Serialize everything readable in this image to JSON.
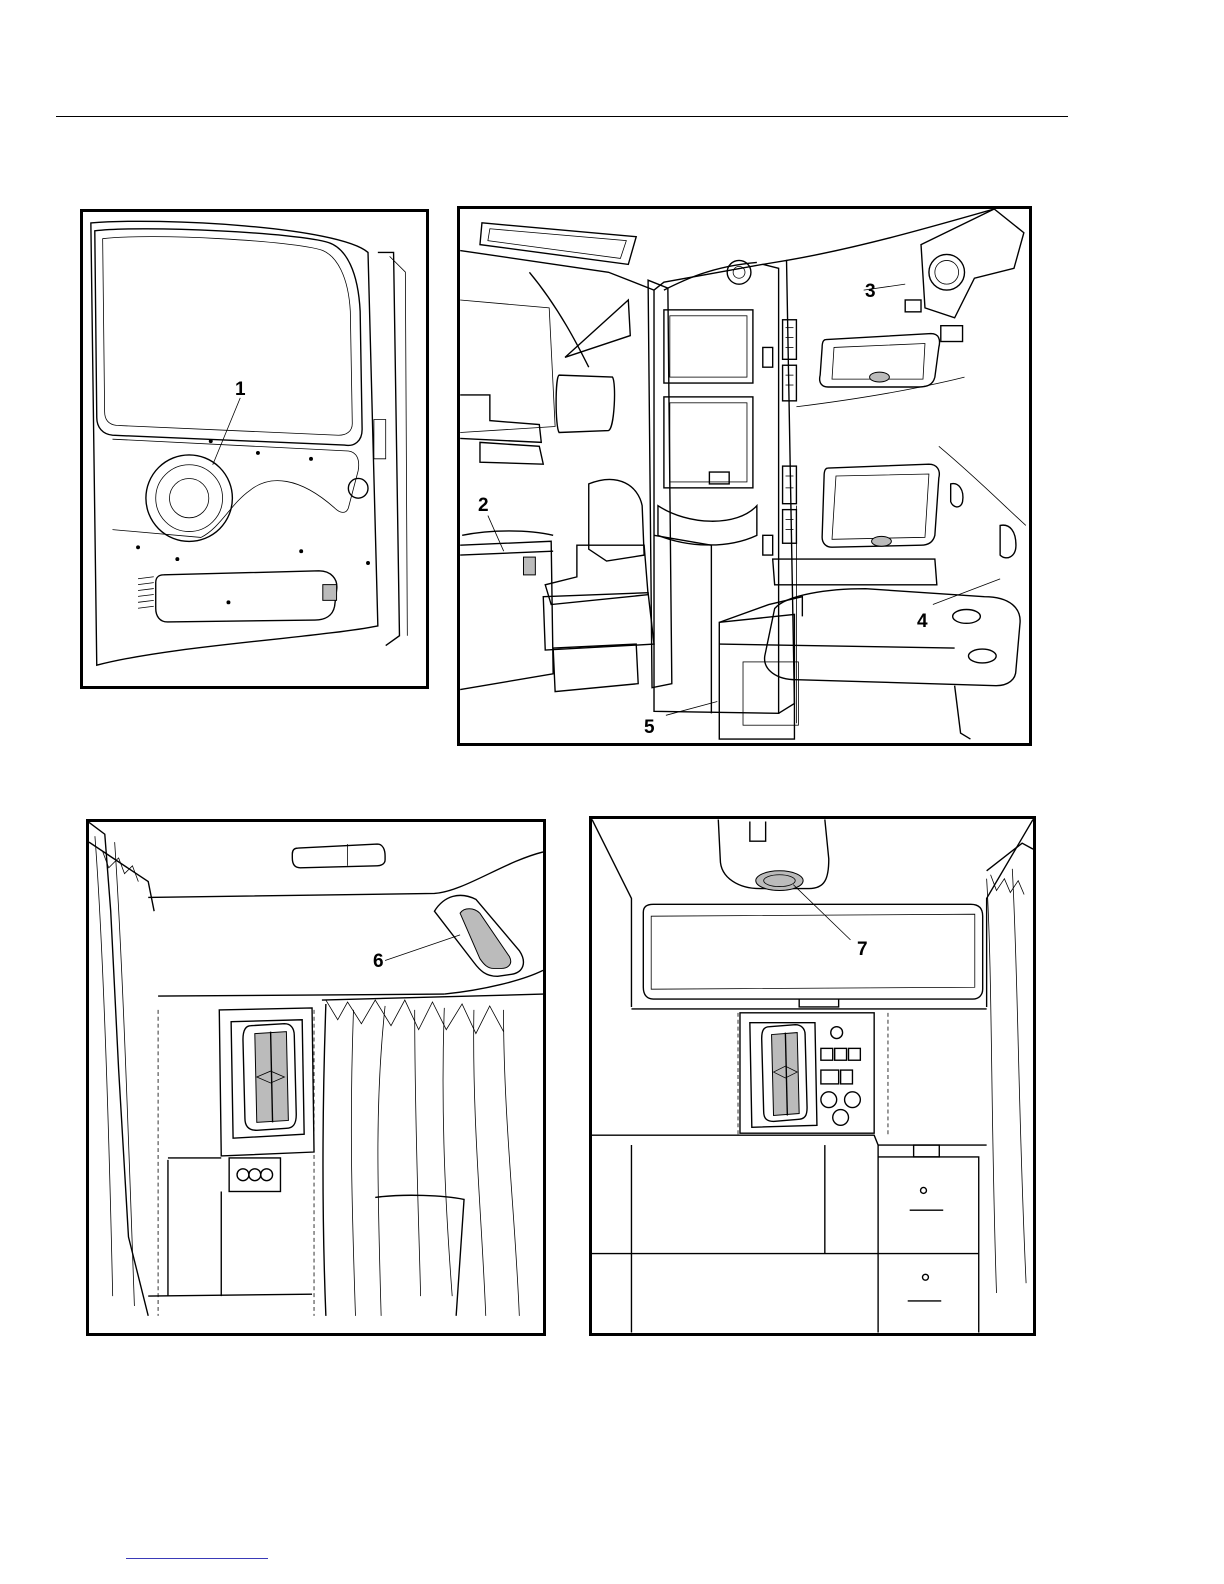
{
  "figure": {
    "callouts": [
      {
        "id": "1",
        "label": "1"
      },
      {
        "id": "2",
        "label": "2"
      },
      {
        "id": "3",
        "label": "3"
      },
      {
        "id": "4",
        "label": "4"
      },
      {
        "id": "5",
        "label": "5"
      },
      {
        "id": "6",
        "label": "6"
      },
      {
        "id": "7",
        "label": "7"
      }
    ]
  },
  "colors": {
    "line": "#000000",
    "background": "#ffffff",
    "footer_link": "#3a3ab8"
  }
}
